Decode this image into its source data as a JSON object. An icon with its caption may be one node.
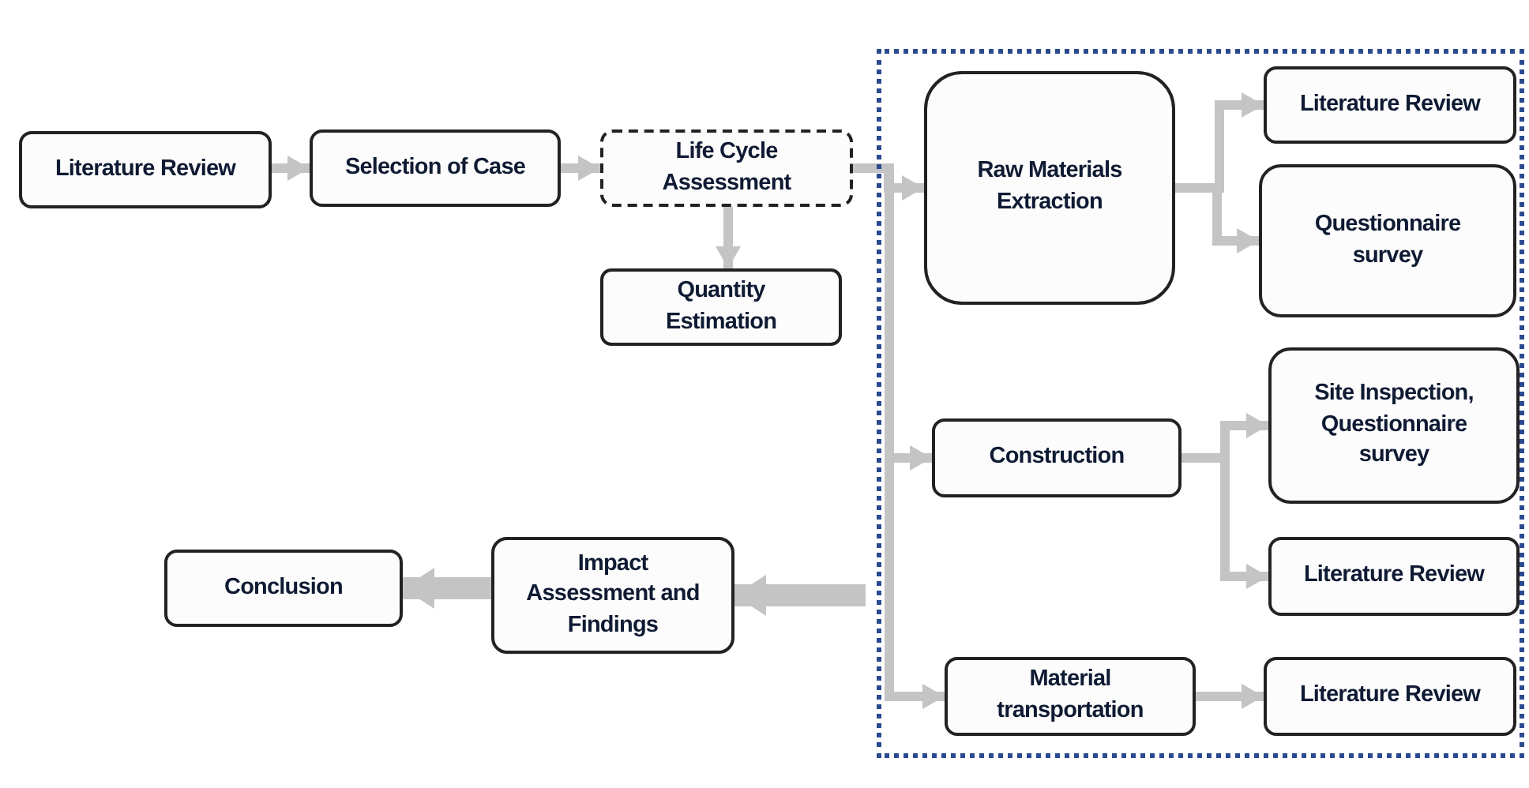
{
  "diagram": {
    "nodes": [
      {
        "text": [],
        "shape": "box"
      },
      {
        "text": [
          "Literature Review"
        ]
      },
      {
        "text": [
          "Selection of Case"
        ]
      },
      {
        "text": [
          "Life Cycle Assessment"
        ]
      },
      {
        "text": [
          "Quantity Estimation"
        ]
      },
      {
        "text": [
          "Raw Materials Extraction"
        ],
        "in": 0
      },
      {
        "text": [
          "Literature Review"
        ],
        "in": 0
      },
      {
        "text": [
          "Questionnaire survey"
        ],
        "in": 0
      },
      {
        "text": [
          "Site Inspection, Questionnaire survey"
        ],
        "in": 0
      },
      {
        "text": [
          "Construction"
        ],
        "in": 0
      },
      {
        "text": [
          "Literature Review"
        ],
        "in": 0
      },
      {
        "text": [
          "Material transportation"
        ],
        "in": 0
      },
      {
        "text": [
          "Literature Review"
        ],
        "in": 0
      },
      {
        "text": [
          "Impact Assessment and Findings"
        ]
      },
      {
        "text": [
          "Conclusion"
        ]
      }
    ],
    "edges": [
      {
        "from": 1,
        "to": 2,
        "arrow": "to"
      },
      {
        "from": 2,
        "to": 3,
        "arrow": "to"
      },
      {
        "from": 3,
        "to": 4,
        "arrow": "to"
      },
      {
        "from": 3,
        "to": 5,
        "arrow": "to"
      },
      {
        "from": 3,
        "to": 9,
        "arrow": "to"
      },
      {
        "from": 3,
        "to": 11,
        "arrow": "to"
      },
      {
        "from": 5,
        "to": 6,
        "arrow": "to"
      },
      {
        "from": 5,
        "to": 7,
        "arrow": "to"
      },
      {
        "from": 9,
        "to": 8,
        "arrow": "to"
      },
      {
        "from": 9,
        "to": 10,
        "arrow": "to"
      },
      {
        "from": 11,
        "to": 12,
        "arrow": "to"
      },
      {
        "from": 0,
        "to": 13,
        "arrow": "to",
        "style": "thick"
      },
      {
        "from": 13,
        "to": 14,
        "arrow": "to",
        "style": "thick"
      }
    ]
  }
}
